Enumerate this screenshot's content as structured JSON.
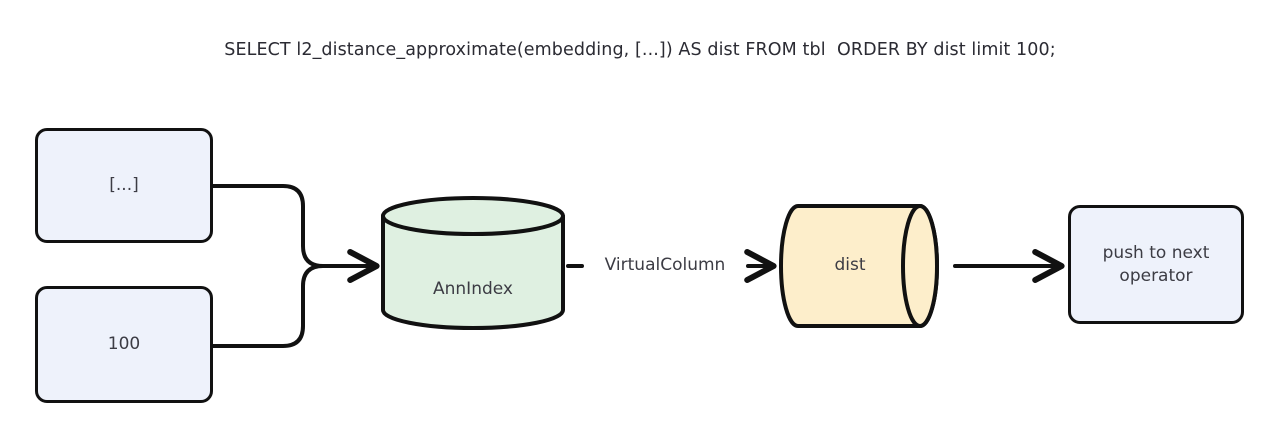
{
  "title": {
    "query": "SELECT l2_distance_approximate(embedding, [...]) AS dist FROM tbl  ORDER BY dist limit 100;"
  },
  "nodes": {
    "vector_input": {
      "label": "[...]",
      "shape": "rounded-rect",
      "fill": "#eef2fb",
      "stroke": "#111111"
    },
    "limit_input": {
      "label": "100",
      "shape": "rounded-rect",
      "fill": "#eef2fb",
      "stroke": "#111111"
    },
    "ann_index": {
      "label": "AnnIndex",
      "shape": "cylinder-vertical",
      "fill": "#dff0e1",
      "stroke": "#111111"
    },
    "dist_column": {
      "label": "dist",
      "shape": "cylinder-horizontal",
      "fill": "#fdeecb",
      "stroke": "#111111"
    },
    "push_next": {
      "label": "push to next\noperator",
      "line1": "push to next",
      "line2": "operator",
      "shape": "rounded-rect",
      "fill": "#eef2fb",
      "stroke": "#111111"
    }
  },
  "edges": {
    "inputs_to_ann": {
      "label": "",
      "style": "merge-elbow-arrow"
    },
    "ann_to_dist": {
      "label": "VirtualColumn",
      "style": "dash-label-arrow"
    },
    "dist_to_push": {
      "label": "",
      "style": "straight-arrow"
    }
  },
  "colors": {
    "box_fill": "#eef2fb",
    "ann_fill": "#dff0e1",
    "dist_fill": "#fdeecb",
    "stroke": "#111111",
    "text": "#3c3c44",
    "title_text": "#2b2b33",
    "background": "#ffffff"
  }
}
